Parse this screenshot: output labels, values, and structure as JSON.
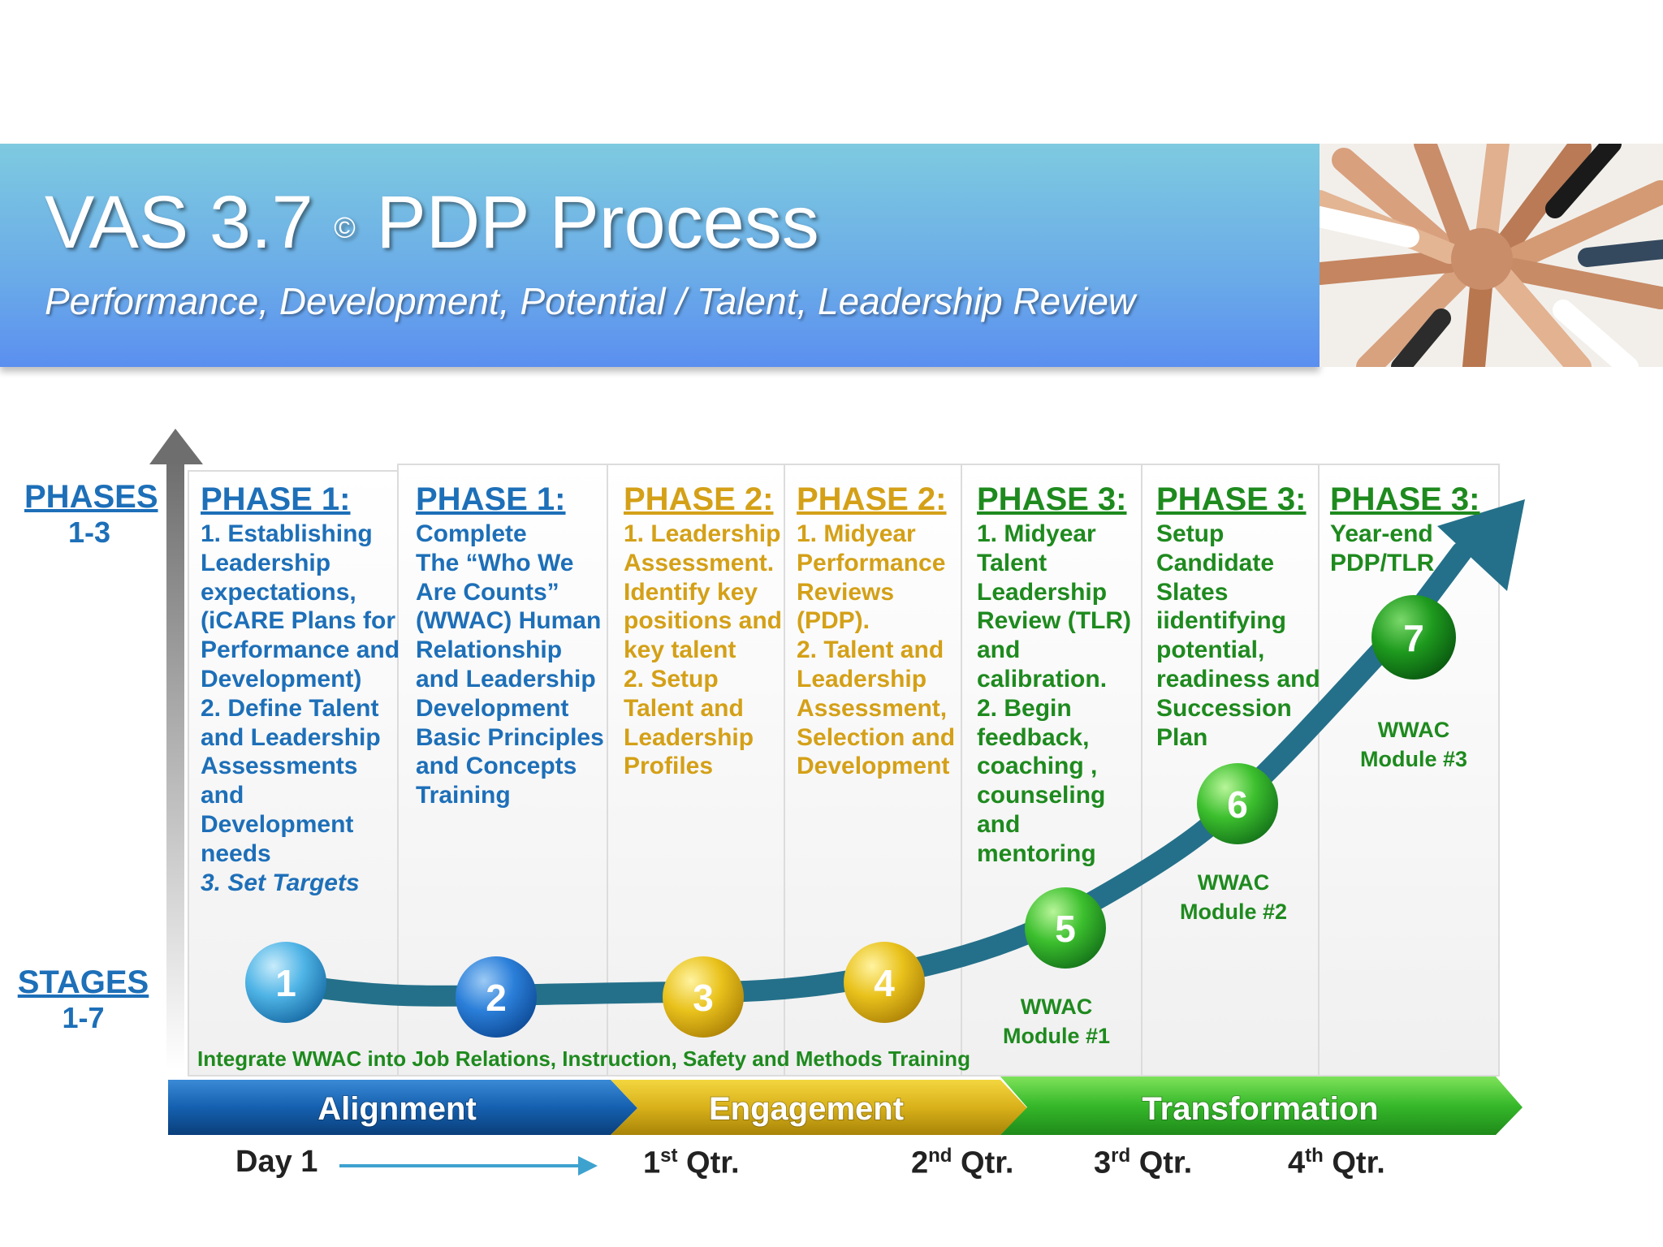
{
  "header": {
    "title_pre": "VAS 3.7",
    "title_mark": "©",
    "title_post": "PDP Process",
    "subtitle": "Performance, Development, Potential / Talent, Leadership Review"
  },
  "side": {
    "phases_label": "PHASES",
    "phases_range": "1-3",
    "stages_label": "STAGES",
    "stages_range": "1-7"
  },
  "columns": [
    {
      "heading": "PHASE 1:",
      "lines": [
        "1. Establishing",
        "Leadership",
        "expectations,",
        "(iCARE Plans for",
        "Performance and",
        "Development)",
        "2. Define Talent",
        "and Leadership",
        "Assessments",
        "and",
        "Development",
        "needs"
      ],
      "extra": "3. Set Targets"
    },
    {
      "heading": "PHASE 1:",
      "lines": [
        "Complete",
        "The “Who We",
        "Are Counts”",
        "(WWAC) Human",
        "Relationship",
        "and Leadership",
        "Development",
        "Basic Principles",
        "and Concepts",
        "Training"
      ]
    },
    {
      "heading": "PHASE 2:",
      "lines": [
        "1. Leadership",
        "Assessment.",
        "Identify key",
        "positions and",
        "key talent",
        "2. Setup",
        "Talent and",
        "Leadership",
        "Profiles"
      ]
    },
    {
      "heading": "PHASE 2:",
      "lines": [
        "1. Midyear",
        "Performance",
        "Reviews",
        "(PDP).",
        "2. Talent and",
        "Leadership",
        "Assessment,",
        "Selection and",
        "Development"
      ]
    },
    {
      "heading": "PHASE 3:",
      "lines": [
        "1. Midyear",
        "Talent",
        "Leadership",
        "Review (TLR)",
        "and",
        "calibration.",
        "2. Begin",
        "feedback,",
        "coaching ,",
        "counseling",
        "and",
        "mentoring"
      ]
    },
    {
      "heading": "PHASE 3:",
      "lines": [
        "Setup",
        "Candidate",
        "Slates",
        "iidentifying",
        "potential,",
        "readiness and",
        "Succession",
        "Plan"
      ]
    },
    {
      "heading": "PHASE 3:",
      "lines": [
        "Year-end",
        "PDP/TLR"
      ]
    }
  ],
  "stages": [
    "1",
    "2",
    "3",
    "4",
    "5",
    "6",
    "7"
  ],
  "modules": [
    {
      "line1": "WWAC",
      "line2": "Module #1"
    },
    {
      "line1": "WWAC",
      "line2": "Module #2"
    },
    {
      "line1": "WWAC",
      "line2": "Module #3"
    }
  ],
  "integrate_text": "Integrate WWAC  into Job Relations, Instruction, Safety and Methods Training",
  "bands": [
    "Alignment",
    "Engagement",
    "Transformation"
  ],
  "timeline": {
    "day1": "Day 1",
    "q1": {
      "num": "1",
      "sup": "st",
      "label": "Qtr."
    },
    "q2": {
      "num": "2",
      "sup": "nd",
      "label": "Qtr."
    },
    "q3": {
      "num": "3",
      "sup": "rd",
      "label": "Qtr."
    },
    "q4": {
      "num": "4",
      "sup": "th",
      "label": "Qtr."
    }
  },
  "colors": {
    "blue_text": "#1d6fb8",
    "gold_text": "#d4a017",
    "green_text": "#1e8a1e",
    "curve": "#24708a"
  }
}
